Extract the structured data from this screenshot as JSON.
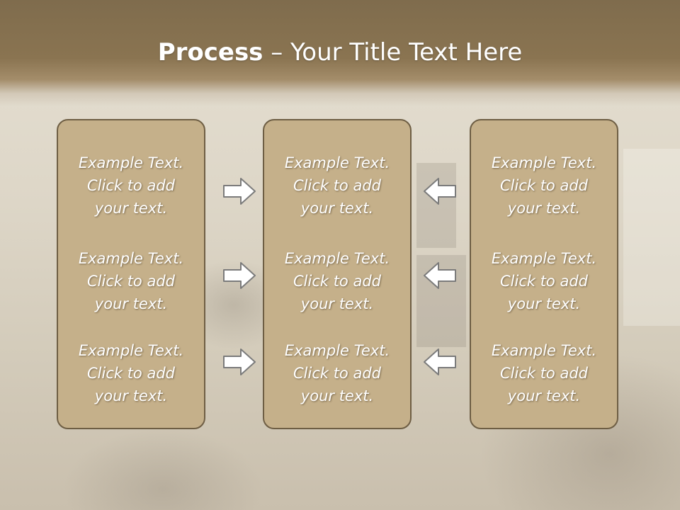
{
  "title": {
    "bold": "Process",
    "rest": " – Your Title Text Here"
  },
  "colors": {
    "header": "#8a7451",
    "box_fill": "#c5b08a",
    "box_border": "#6e5e44",
    "text": "#ffffff"
  },
  "columns": [
    {
      "items": [
        {
          "line1": "Example Text.",
          "line2": "Click  to add",
          "line3": "your text."
        },
        {
          "line1": "Example Text.",
          "line2": "Click  to add",
          "line3": "your text."
        },
        {
          "line1": "Example Text.",
          "line2": "Click  to add",
          "line3": "your text."
        }
      ]
    },
    {
      "items": [
        {
          "line1": "Example Text.",
          "line2": "Click  to add",
          "line3": "your text."
        },
        {
          "line1": "Example Text.",
          "line2": "Click  to add",
          "line3": "your text."
        },
        {
          "line1": "Example Text.",
          "line2": "Click  to add",
          "line3": "your text."
        }
      ]
    },
    {
      "items": [
        {
          "line1": "Example Text.",
          "line2": "Click  to add",
          "line3": "your text."
        },
        {
          "line1": "Example Text.",
          "line2": "Click  to add",
          "line3": "your text."
        },
        {
          "line1": "Example Text.",
          "line2": "Click  to add",
          "line3": "your text."
        }
      ]
    }
  ],
  "arrows": {
    "left_group": "right-arrow-icon",
    "right_group": "left-arrow-icon"
  }
}
